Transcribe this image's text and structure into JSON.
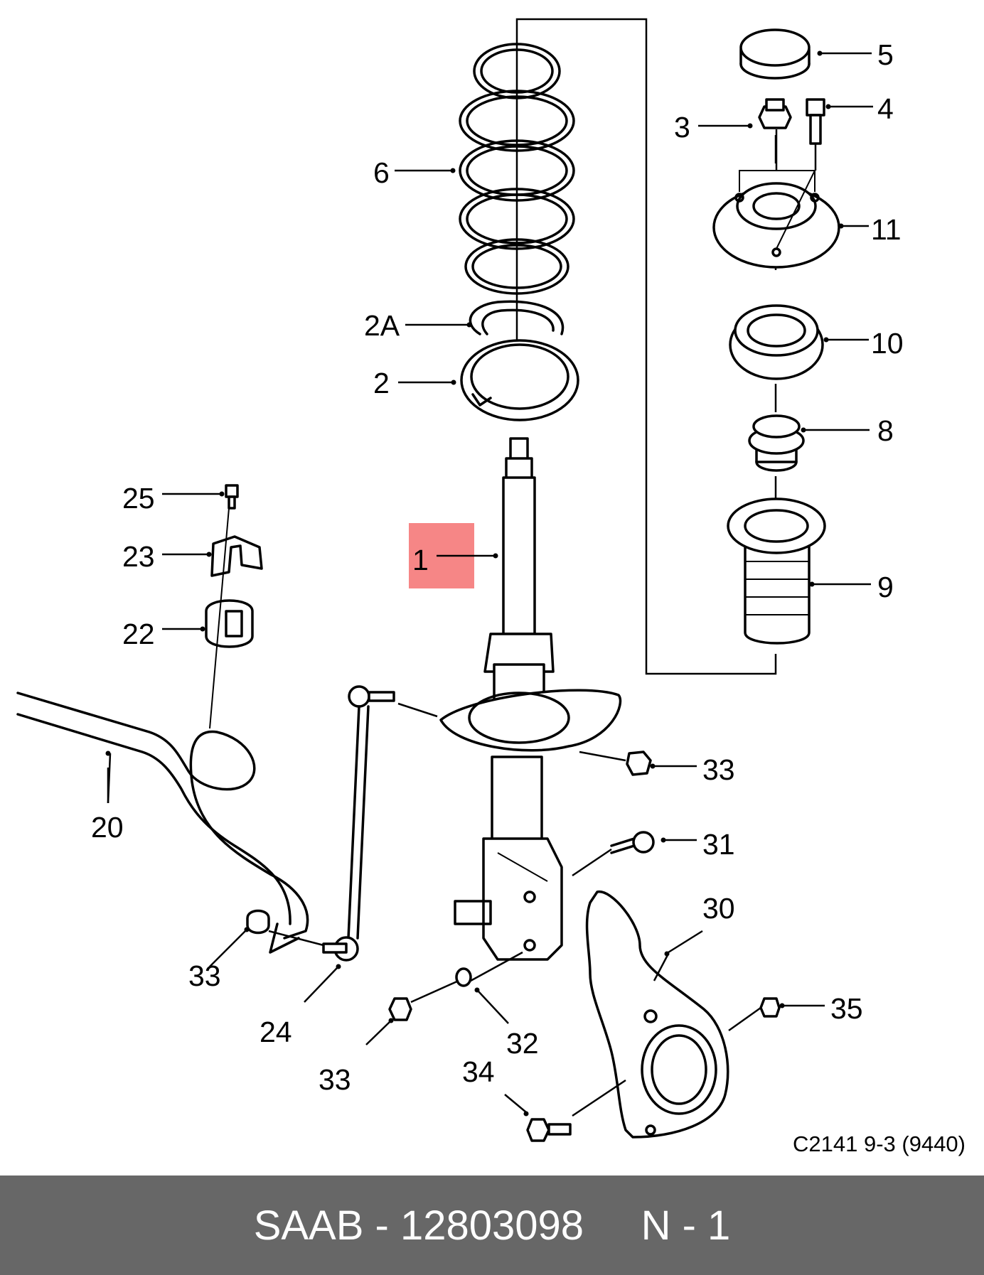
{
  "diagram": {
    "highlight_color": "#f68686",
    "drawing_code": "C2141 9-3 (9440)",
    "callouts": {
      "c1": "1",
      "c2": "2",
      "c2a": "2A",
      "c3": "3",
      "c4": "4",
      "c5": "5",
      "c6": "6",
      "c8": "8",
      "c9": "9",
      "c10": "10",
      "c11": "11",
      "c20": "20",
      "c22": "22",
      "c23": "23",
      "c24": "24",
      "c25": "25",
      "c30": "30",
      "c31": "31",
      "c32": "32",
      "c33a": "33",
      "c33b": "33",
      "c33c": "33",
      "c34": "34",
      "c35": "35"
    }
  },
  "footer": {
    "brand": "SAAB",
    "separator": " - ",
    "part_number": "12803098",
    "gap": "     ",
    "quantity_label": "N - 1",
    "background": "#676767"
  }
}
